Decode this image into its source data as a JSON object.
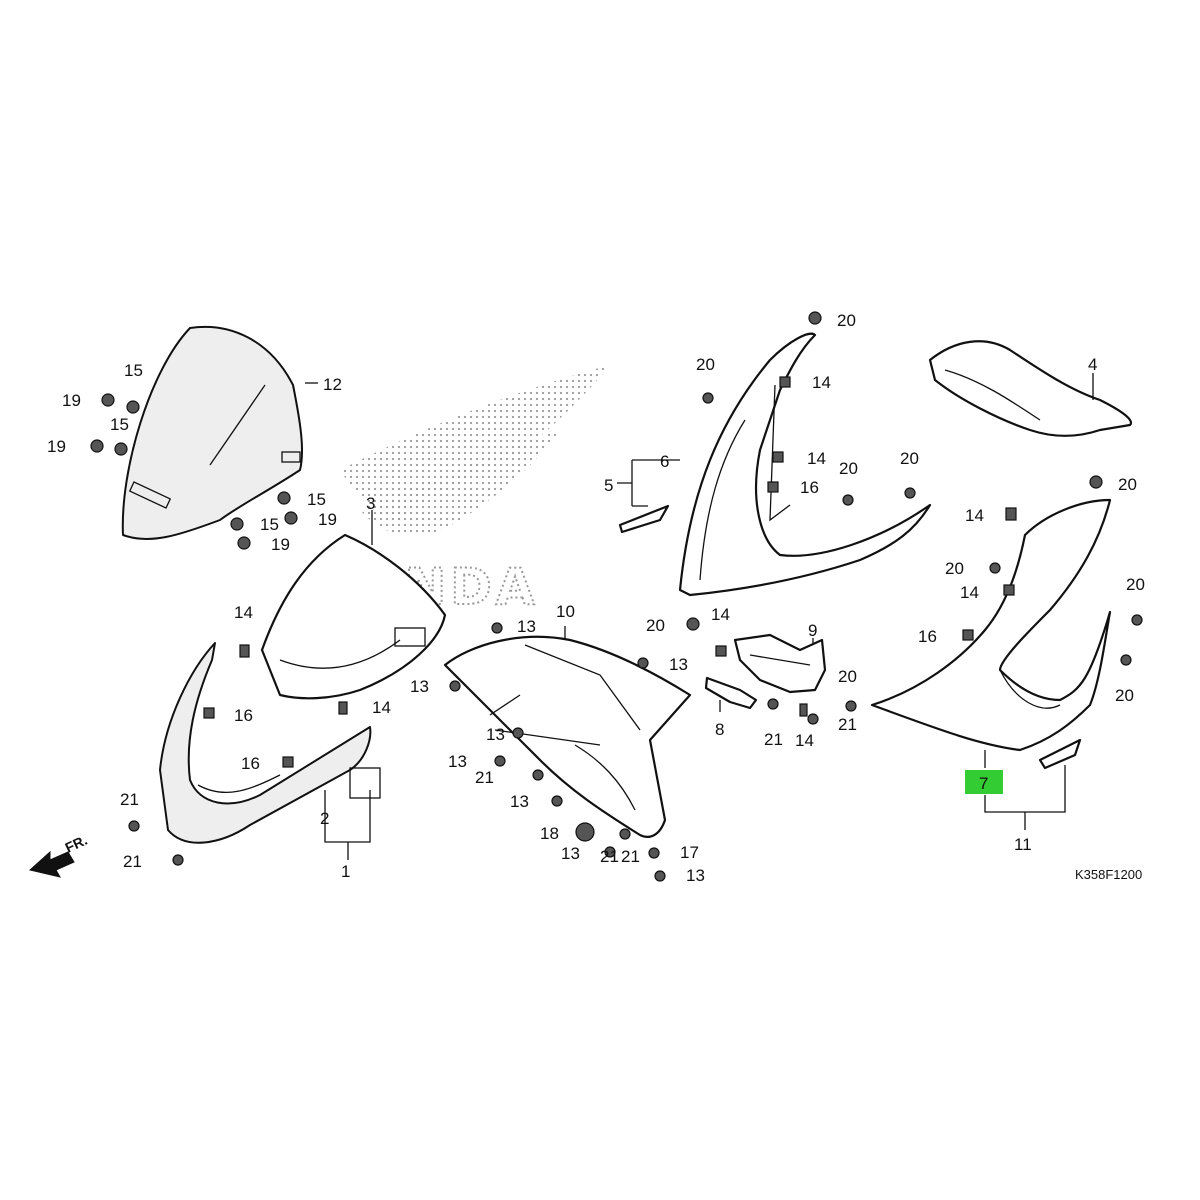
{
  "diagram": {
    "code": "K358F1200",
    "direction": "FR.",
    "logo_text": "HONDA",
    "labels": {
      "l1": "1",
      "l2": "2",
      "l3": "3",
      "l4": "4",
      "l5": "5",
      "l6": "6",
      "l7": "7",
      "l8": "8",
      "l9": "9",
      "l10": "10",
      "l11": "11",
      "l12": "12",
      "l13a": "13",
      "l13b": "13",
      "l13c": "13",
      "l13d": "13",
      "l13e": "13",
      "l13f": "13",
      "l13g": "13",
      "l13h": "13",
      "l14a": "14",
      "l14b": "14",
      "l14c": "14",
      "l14d": "14",
      "l14e": "14",
      "l14f": "14",
      "l14g": "14",
      "l14h": "14",
      "l15a": "15",
      "l15b": "15",
      "l15c": "15",
      "l15d": "15",
      "l16a": "16",
      "l16b": "16",
      "l16c": "16",
      "l16d": "16",
      "l17": "17",
      "l18": "18",
      "l19a": "19",
      "l19b": "19",
      "l19c": "19",
      "l19d": "19",
      "l20a": "20",
      "l20b": "20",
      "l20c": "20",
      "l20d": "20",
      "l20e": "20",
      "l20f": "20",
      "l20g": "20",
      "l20h": "20",
      "l20i": "20",
      "l20j": "20",
      "l21a": "21",
      "l21b": "21",
      "l21c": "21",
      "l21d": "21",
      "l21e": "21",
      "l21f": "21",
      "l21g": "21"
    },
    "highlight": {
      "label": "7",
      "color": "#33cc33"
    }
  }
}
